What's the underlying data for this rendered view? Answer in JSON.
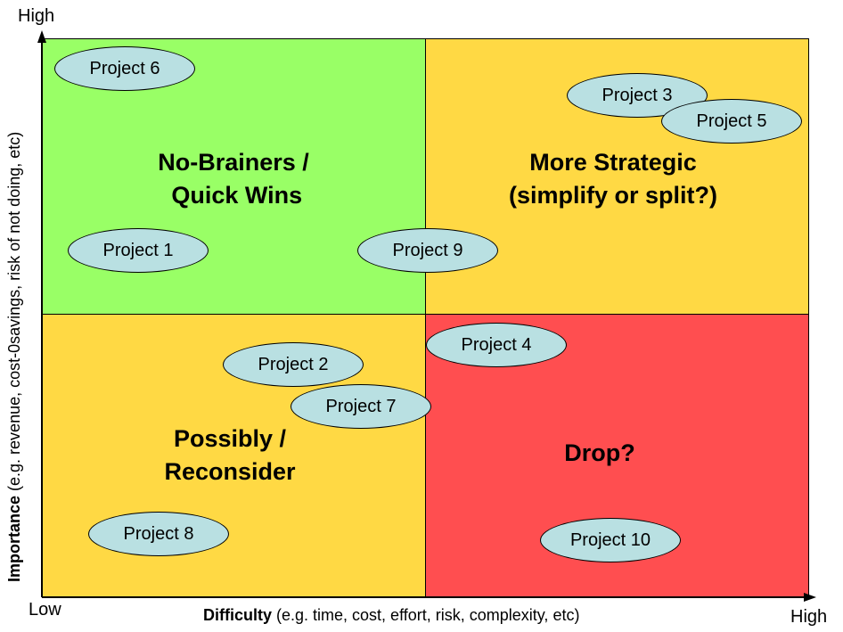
{
  "quadrants": {
    "top_left": {
      "lines": [
        "No-Brainers /",
        " Quick Wins"
      ],
      "color": "#99ff66"
    },
    "top_right": {
      "lines": [
        "More Strategic",
        "(simplify or split?)"
      ],
      "color": "#ffd944"
    },
    "bottom_left": {
      "lines": [
        "Possibly /",
        "Reconsider"
      ],
      "color": "#ffd944"
    },
    "bottom_right": {
      "lines": [
        "Drop?"
      ],
      "color": "#ff4e50"
    }
  },
  "projects": [
    "Project 6",
    "Project 3",
    "Project 5",
    "Project 1",
    "Project 9",
    "Project 4",
    "Project 2",
    "Project 7",
    "Project 8",
    "Project 10"
  ],
  "project_bubble_color": "#b9e0e2",
  "axes": {
    "y_high": "High",
    "x_low": "Low",
    "x_high": "High",
    "x_label_bold": "Difficulty",
    "x_label_rest": " (e.g. time, cost, effort, risk, complexity, etc)",
    "y_label_bold": "Importance",
    "y_label_rest": " (e.g. revenue, cost-0savings, risk of not doing, etc)"
  }
}
